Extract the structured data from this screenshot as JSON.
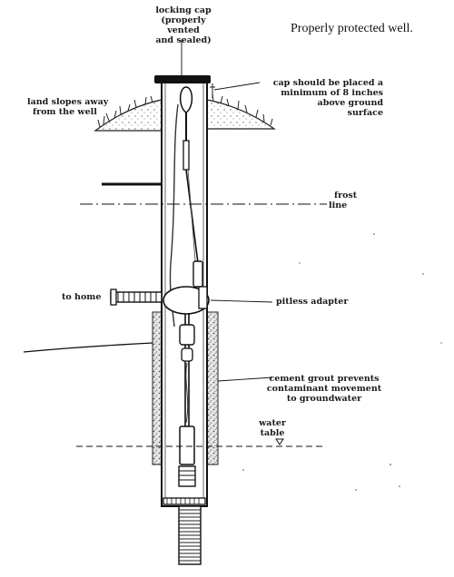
{
  "title": "Properly protected well.",
  "labels": {
    "locking_cap": [
      "locking cap",
      "(properly vented",
      "and sealed)"
    ],
    "cap_height": [
      "cap should be placed a",
      "minimum of 8 inches",
      "above ground",
      "surface"
    ],
    "land_slopes": [
      "land slopes away",
      "from the well"
    ],
    "frost_line": [
      "frost",
      "line"
    ],
    "to_home": "to home",
    "pitless_adapter": "pitless adapter",
    "cement_grout": [
      "cement grout prevents",
      "contaminant movement",
      "to groundwater"
    ],
    "water_table": [
      "water",
      "table"
    ]
  },
  "colors": {
    "ink": "#1a1a1a",
    "grout": "#b9b9b9",
    "paper": "#ffffff"
  }
}
